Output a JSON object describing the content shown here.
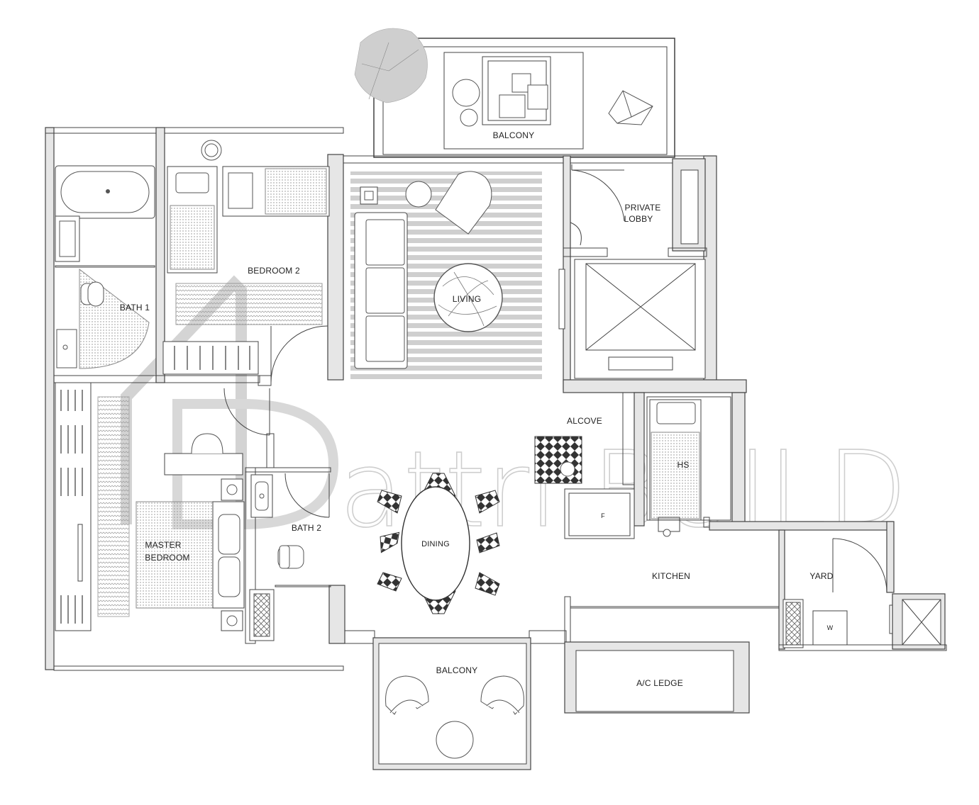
{
  "rooms": {
    "balcony_top": "BALCONY",
    "private_lobby_line1": "PRIVATE",
    "private_lobby_line2": "LOBBY",
    "bedroom2": "BEDROOM 2",
    "bath1": "BATH 1",
    "living": "LIVING",
    "alcove": "ALCOVE",
    "hs": "HS",
    "bath2": "BATH 2",
    "master_line1": "MASTER",
    "master_line2": "BEDROOM",
    "dining": "DINING",
    "fridge": "F",
    "kitchen": "KITCHEN",
    "yard": "YARD",
    "washer": "W",
    "balcony_bottom": "BALCONY",
    "ac_ledge": "A/C LEDGE"
  },
  "watermark": {
    "text": "attri.BUILD"
  }
}
